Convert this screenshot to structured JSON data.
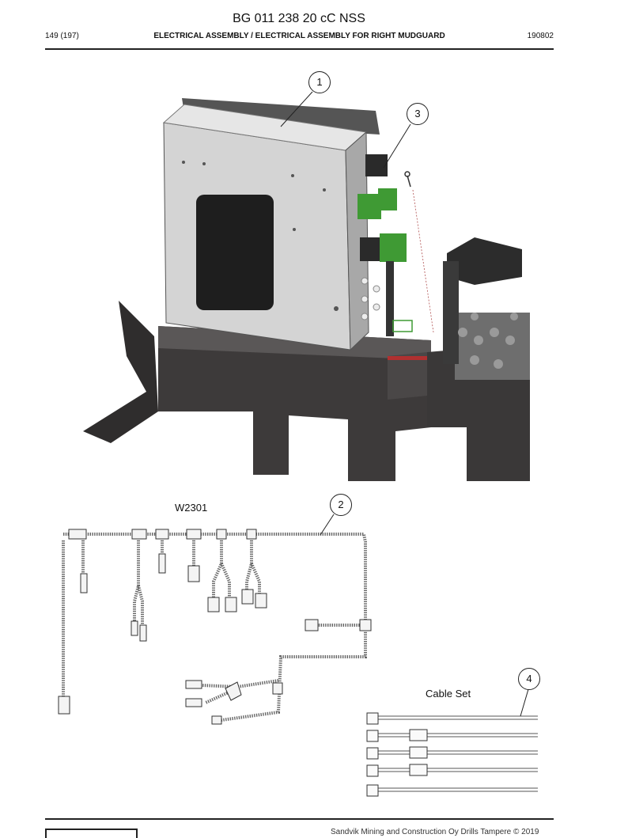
{
  "header": {
    "doc_code": "BG 011 238 20 cC NSS",
    "page": "149 (197)",
    "title": "ELECTRICAL ASSEMBLY / ELECTRICAL ASSEMBLY FOR RIGHT MUDGUARD",
    "date": "190802"
  },
  "callouts": {
    "c1": "1",
    "c2": "2",
    "c3": "3",
    "c4": "4"
  },
  "labels": {
    "harness": "W2301",
    "cable_set": "Cable Set"
  },
  "footer": {
    "copyright": "Sandvik Mining and Construction Oy Drills Tampere © 2019"
  }
}
